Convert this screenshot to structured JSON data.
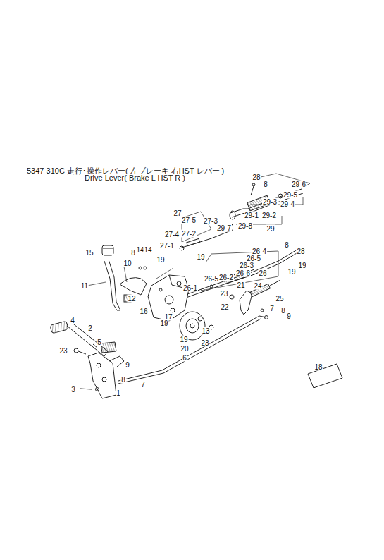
{
  "diagram": {
    "title": "5347 310C 走行･操作レバー( 左ブレーキ 右HST レバー )",
    "labels": [
      "Drive  Lever( Brake L HST R )",
      "28",
      "8",
      "29-6",
      "29-5",
      "29-3",
      "29-4",
      "29-2",
      "29-1",
      "27",
      "27-5",
      "27-3",
      "29-8",
      "29",
      "29-7",
      "27-2",
      "27-4",
      "27-1",
      "19",
      "26-4",
      "26-5",
      "26-3",
      "26-6",
      "26",
      "26-2",
      "26-5",
      "26-1",
      "8",
      "28",
      "15",
      "8",
      "14",
      "14",
      "19",
      "10",
      "19",
      "19",
      "11",
      "12",
      "16",
      "17",
      "19",
      "21",
      "24",
      "25",
      "23",
      "22",
      "7",
      "8",
      "9",
      "19",
      "20",
      "13",
      "23",
      "4",
      "2",
      "5",
      "23",
      "6",
      "9",
      "8",
      "7",
      "3",
      "1",
      "18"
    ]
  }
}
